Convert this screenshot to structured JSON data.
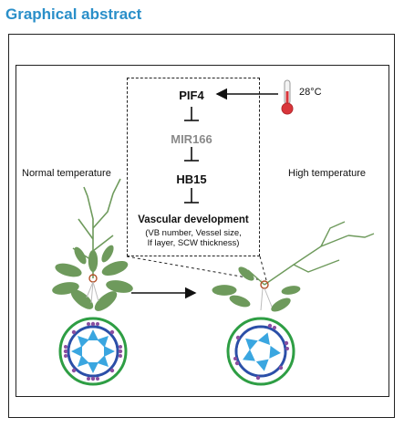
{
  "heading": "Graphical abstract",
  "pathway": {
    "pif4": "PIF4",
    "mir166": "MIR166",
    "hb15": "HB15",
    "outcome_title": "Vascular development",
    "outcome_detail_1": "(VB number, Vessel size,",
    "outcome_detail_2": "If layer, SCW thickness)"
  },
  "temperature": "28°C",
  "labels": {
    "normal": "Normal temperature",
    "high": "High temperature"
  },
  "colors": {
    "heading": "#2a8fc9",
    "mir166": "#8a8a8a",
    "plant": "#6e9a5c",
    "ring_outer": "#2e9e44",
    "ring_inner": "#2b4fa8",
    "xylem": "#3aa6e0",
    "phloem": "#8a4fa0",
    "thermometer": "#d9353a"
  }
}
